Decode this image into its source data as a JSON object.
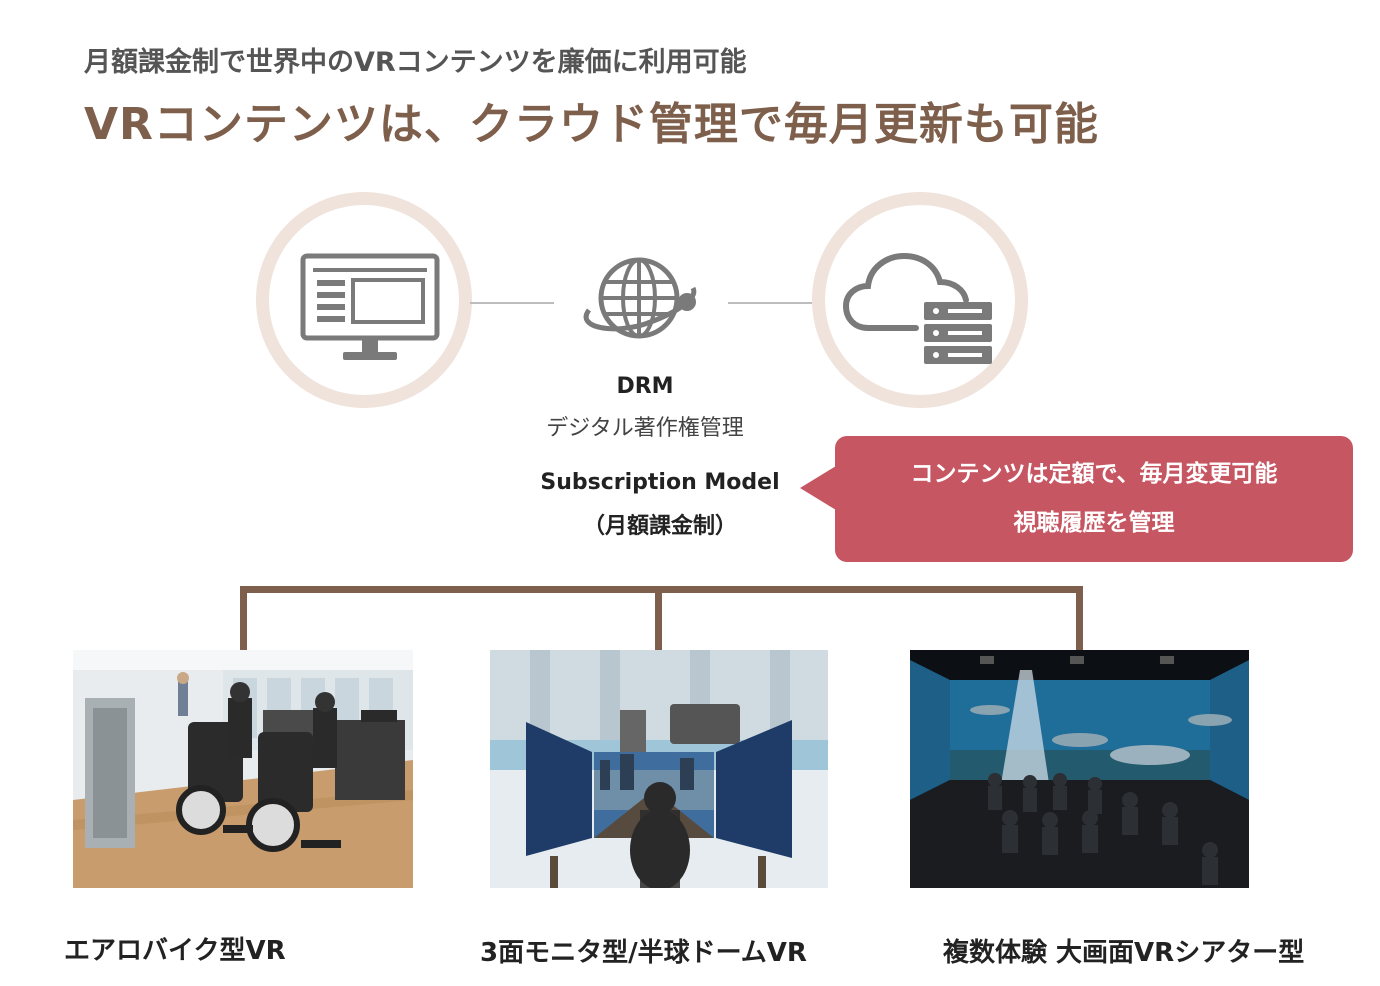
{
  "header": {
    "subtitle": "月額課金制で世界中のVRコンテンツを廉価に利用可能",
    "title": "VRコンテンツは、クラウド管理で毎月更新も可能"
  },
  "diagram": {
    "left_icon": "monitor-icon",
    "center_icon": "globe-orbit-icon",
    "right_icon": "cloud-server-icon",
    "drm_label": "DRM",
    "drm_sub": "デジタル著作権管理",
    "subscription_label": "Subscription Model",
    "subscription_jp": "（月額課金制）",
    "callout_lines": [
      "コンテンツは定額で、毎月変更可能",
      "視聴履歴を管理"
    ],
    "callout_color": "#c75663",
    "ring_color": "#efe3dc",
    "branch_color": "#7e5f4b"
  },
  "products": [
    {
      "caption": "エアロバイク型VR"
    },
    {
      "caption": "3面モニタ型/半球ドームVR"
    },
    {
      "caption": "複数体験 大画面VRシアター型"
    }
  ]
}
